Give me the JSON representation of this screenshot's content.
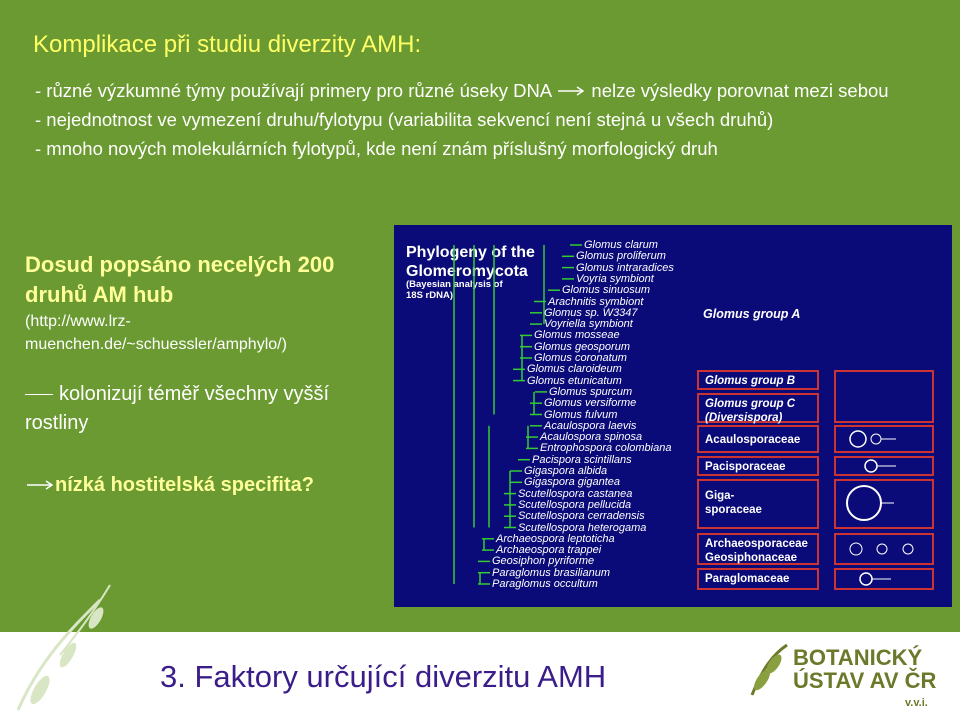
{
  "slide": {
    "title": "Komplikace při studiu diverzity AMH:",
    "bullets": [
      "- různé výzkumné týmy používají primery pro různé úseky DNA",
      "nelze výsledky porovnat mezi sebou",
      "- nejednotnost ve vymezení druhu/fylotypu (variabilita sekvencí není stejná u všech druhů)",
      "- mnoho nových molekulárních fylotypů, kde není znám příslušný morfologický druh"
    ],
    "desc_head": "Dosud popsáno necelých 200 druhů AM hub",
    "desc_url": "(http://www.lrz-muenchen.de/~schuessler/amphylo/)",
    "line2": "kolonizují téměř všechny vyšší rostliny",
    "line3": "nízká hostitelská specifita?",
    "subtitle": "3. Faktory určující diverzitu AMH",
    "logo_line1": "BOTANICKÝ",
    "logo_line2": "ÚSTAV AV ČR",
    "logo_line3": "v.v.i."
  },
  "phylogeny": {
    "title_line1": "Phylogeny of the",
    "title_line2": "Glomeromycota",
    "subtitle": "(Bayesian analysis of 18S rDNA)",
    "taxa": [
      "Glomus clarum",
      "Glomus proliferum",
      "Glomus intraradices",
      "Voyria symbiont",
      "Glomus sinuosum",
      "Arachnitis symbiont",
      "Glomus sp. W3347",
      "Voyriella symbiont",
      "Glomus mosseae",
      "Glomus geosporum",
      "Glomus coronatum",
      "Glomus claroideum",
      "Glomus etunicatum",
      "Glomus spurcum",
      "Glomus versiforme",
      "Glomus fulvum",
      "Acaulospora laevis",
      "Acaulospora spinosa",
      "Entrophospora colombiana",
      "Pacispora scintillans",
      "Gigaspora albida",
      "Gigaspora gigantea",
      "Scutellospora castanea",
      "Scutellospora pellucida",
      "Scutellospora cerradensis",
      "Scutellospora heterogama",
      "Archaeospora leptoticha",
      "Archaeospora trappei",
      "Geosiphon pyriforme",
      "Paraglomus brasilianum",
      "Paraglomus occultum"
    ],
    "groups": {
      "a": "Glomus group A",
      "b": "Glomus group B",
      "c_line1": "Glomus group C",
      "c_line2": "(Diversispora)",
      "acaulo": "Acaulosporaceae",
      "paci": "Pacisporaceae",
      "giga_line1": "Giga-",
      "giga_line2": "sporaceae",
      "archaeo_line1": "Archaeosporaceae",
      "archaeo_line2": "Geosiphonaceae",
      "paraglo": "Paraglomaceae"
    }
  },
  "colors": {
    "background": "#6a9a31",
    "title": "#ffff66",
    "tree_bg": "#0a0a78",
    "tree_line": "#33cc33",
    "group_border": "#cc3333",
    "subtitle": "#3b1d8a",
    "logo": "#6a7a2a"
  }
}
